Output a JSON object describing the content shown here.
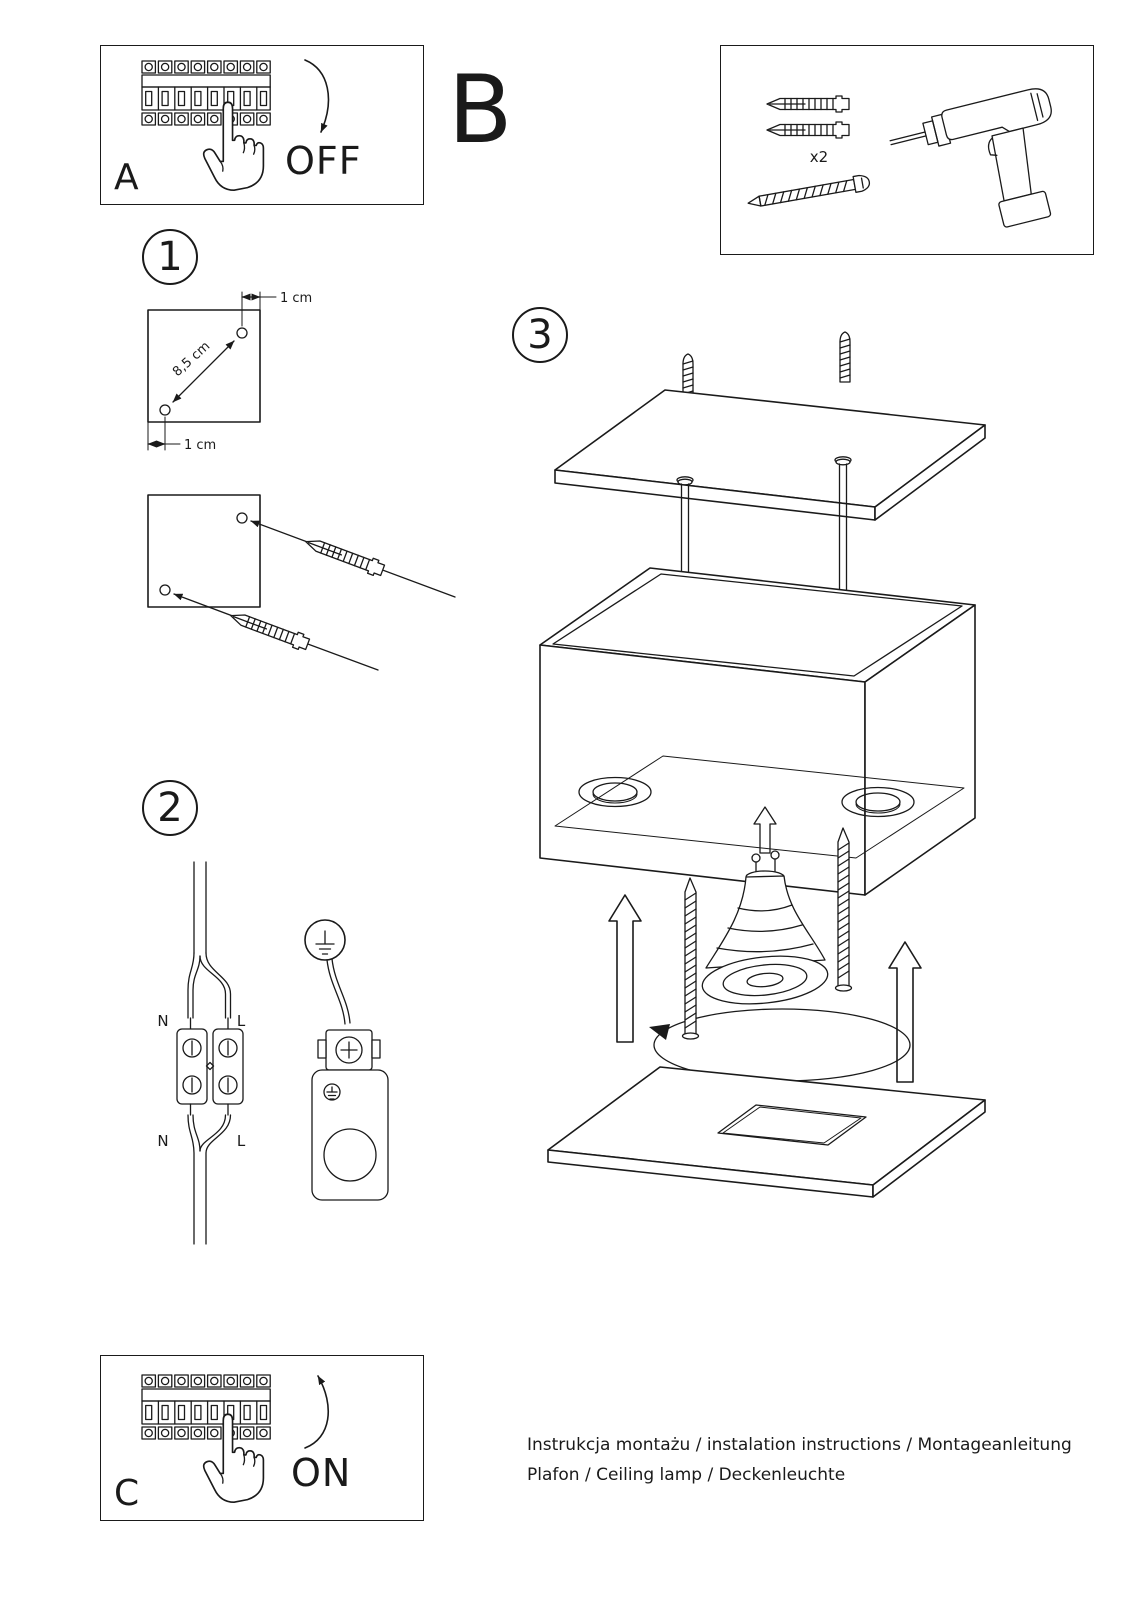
{
  "ink": "#1a1a1a",
  "steps": {
    "a": "A",
    "b": "B",
    "c": "C",
    "n1": "1",
    "n2": "2",
    "n3": "3"
  },
  "power": {
    "off": "OFF",
    "on": "ON"
  },
  "parts": {
    "anchor_count": "x2"
  },
  "dims": {
    "top": "1 cm",
    "diagonal": "8,5 cm",
    "bottom": "1 cm"
  },
  "wiring": {
    "n_top": "N",
    "l_top": "L",
    "n_bottom": "N",
    "l_bottom": "L"
  },
  "footer": {
    "line1": "Instrukcja montażu / instalation instructions / Montageanleitung",
    "line2": "Plafon / Ceiling lamp / Deckenleuchte"
  }
}
